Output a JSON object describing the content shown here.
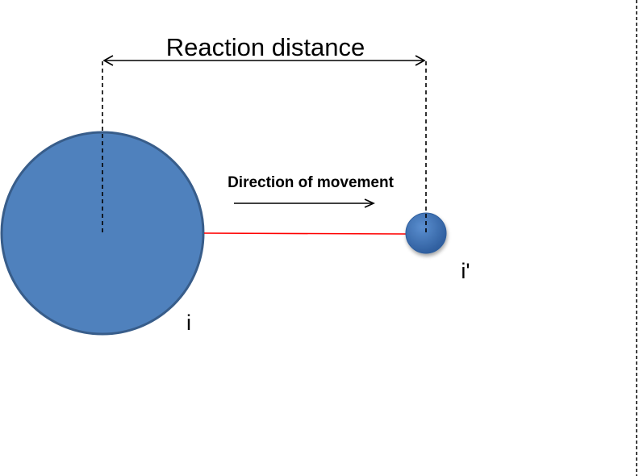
{
  "diagram": {
    "distance_label": "Reaction distance",
    "direction_label": "Direction of movement",
    "particle_i_label": "i",
    "particle_j_label": "i'",
    "colors": {
      "particle_fill": "#4f81bd",
      "particle_stroke": "#385d8a",
      "connector": "#ff0000",
      "lines": "#000000",
      "background": "#ffffff"
    }
  }
}
